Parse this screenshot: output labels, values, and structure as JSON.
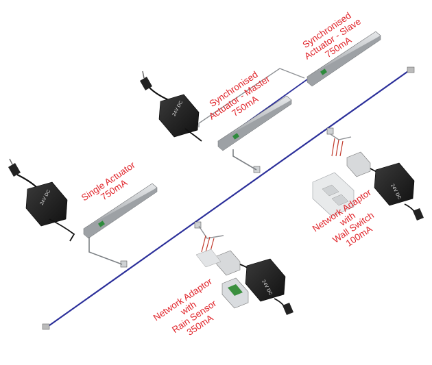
{
  "colors": {
    "bus": "#2b2f9a",
    "label": "#e0242a",
    "device": "#bfc2c4",
    "psu": "#222222",
    "cable": "#8d9094"
  },
  "labels": {
    "single_actuator": [
      "Single Actuator",
      "750mA"
    ],
    "master": [
      "Synchronised",
      "Actuator - Master",
      "750mA"
    ],
    "slave": [
      "Synchronised",
      "Actuator - Slave",
      "750mA"
    ],
    "wall_switch": [
      "Network Adaptor",
      "with",
      "Wall Switch",
      "100mA"
    ],
    "rain_sensor": [
      "Network Adaptor",
      "with",
      "Rain Sensor",
      "350mA"
    ]
  },
  "psu_text": "24V DC",
  "icons": {
    "psu": "power-supply-icon",
    "plug": "mains-plug-icon",
    "actuator": "chain-actuator-icon",
    "adaptor": "network-adaptor-icon",
    "switch": "wall-switch-icon",
    "sensor": "rain-sensor-icon"
  }
}
